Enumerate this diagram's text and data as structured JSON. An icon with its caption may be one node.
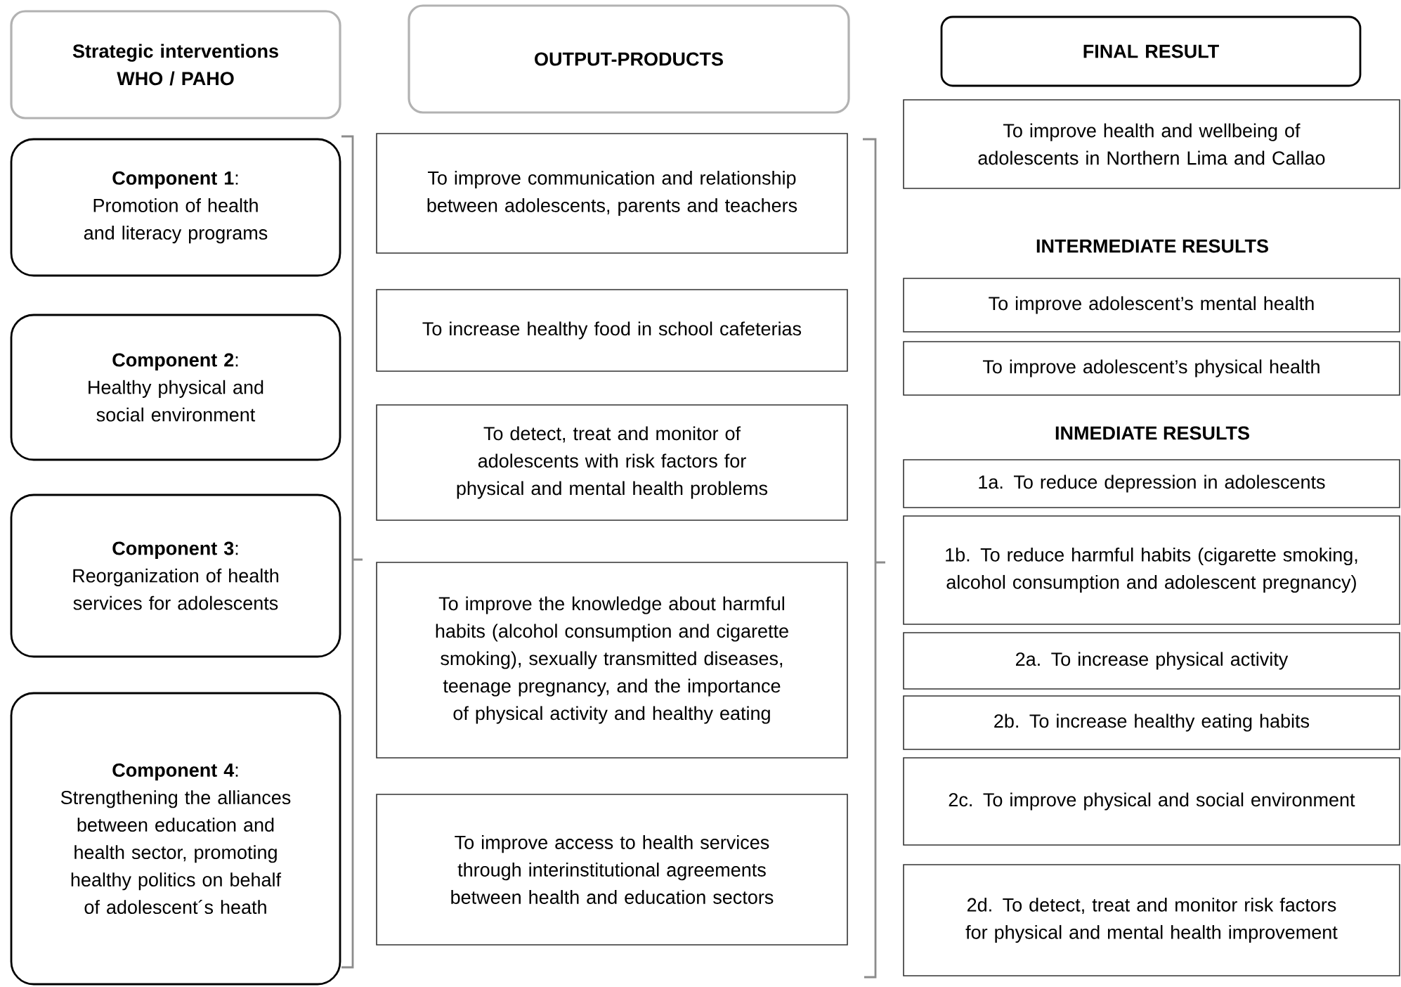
{
  "diagram": {
    "nodes": [
      {
        "text": [
          "Strategic interventions WHO / PAHO"
        ]
      },
      {
        "text": [
          "OUTPUT-PRODUCTS"
        ]
      },
      {
        "text": [
          "FINAL RESULT"
        ]
      },
      {
        "text": [
          "**Component 1**:",
          "Promotion of health and literacy programs"
        ]
      },
      {
        "text": [
          "**Component 2**:",
          "Healthy physical and social environment"
        ]
      },
      {
        "text": [
          "**Component 3**:",
          "Reorganization of health services for adolescents"
        ]
      },
      {
        "text": [
          "**Component 4**:",
          "Strengthening the alliances between education and health sector, promoting healthy politics on behalf of adolescent´s heath"
        ]
      },
      {
        "text": [
          "To improve communication and relationship between adolescents, parents and teachers"
        ]
      },
      {
        "text": [
          "To increase healthy food in school cafeterias"
        ]
      },
      {
        "text": [
          "To detect, treat and monitor of adolescents with risk factors for physical and mental health problems"
        ]
      },
      {
        "text": [
          "To improve the knowledge about harmful habits (alcohol consumption and cigarette smoking), sexually transmitted diseases, teenage pregnancy, and the importance of physical activity and healthy eating"
        ]
      },
      {
        "text": [
          "To improve access to health services through interinstitutional agreements between health and education sectors"
        ]
      },
      {
        "text": [
          "To improve health and wellbeing of adolescents in Northern Lima and Callao"
        ]
      },
      {
        "text": [
          "To improve adolescent’s mental health"
        ]
      },
      {
        "text": [
          "To improve adolescent’s physical health"
        ]
      },
      {
        "text": [
          "1a.  To reduce depression in adolescents"
        ]
      },
      {
        "text": [
          "1b. To reduce harmful habits (cigarette smoking, alcohol consumption and adolescent pregnancy)"
        ]
      },
      {
        "text": [
          "2a. To increase physical activity"
        ]
      },
      {
        "text": [
          "2b. To increase healthy eating habits"
        ]
      },
      {
        "text": [
          "2c. To improve physical and social environment"
        ]
      },
      {
        "text": [
          "2d. To detect, treat and monitor risk factors for physical and mental health improvement"
        ]
      }
    ],
    "labels": [
      "INTERMEDIATE RESULTS",
      "INMEDIATE RESULTS"
    ]
  }
}
